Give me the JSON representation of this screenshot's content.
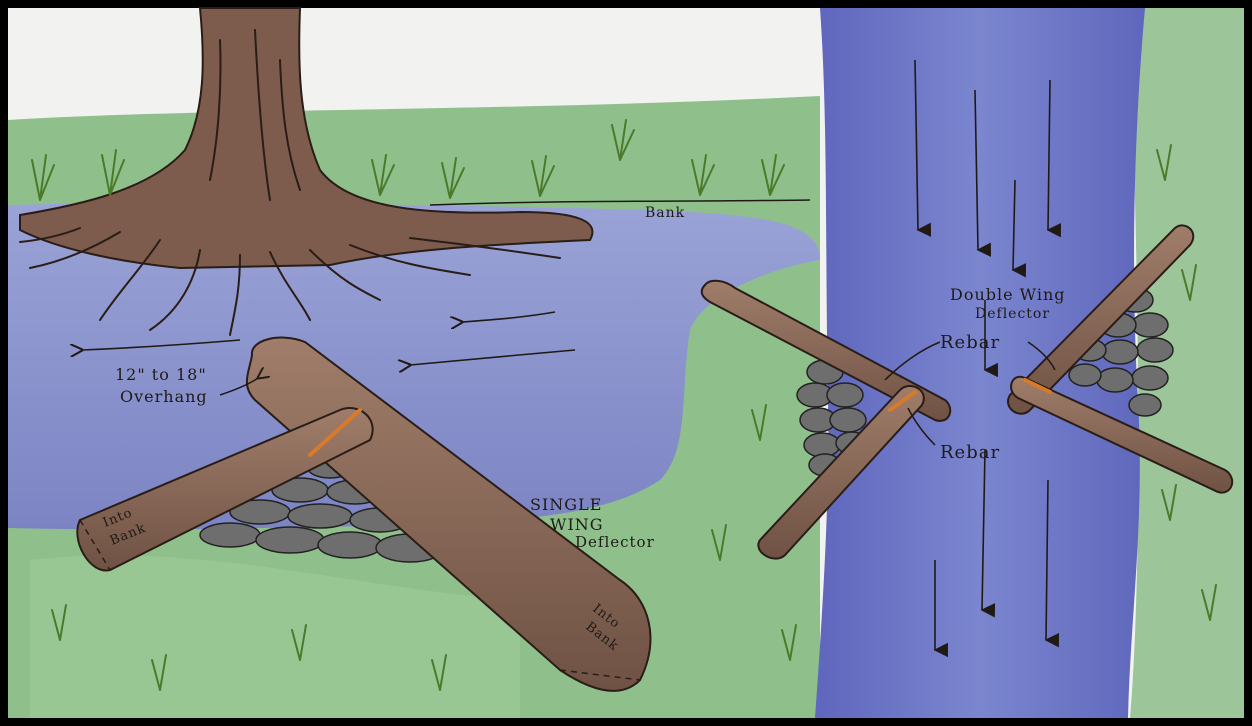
{
  "diagram": {
    "labels": {
      "bank": "Bank",
      "overhang": [
        "12\" to 18\"",
        "Overhang"
      ],
      "single_wing": [
        "SINGLE",
        "WING",
        "Deflector"
      ],
      "double_wing": [
        "Double Wing",
        "Deflector"
      ],
      "rebar_top": "Rebar",
      "rebar_bottom": "Rebar",
      "into_bank_left": [
        "Into",
        "Bank"
      ],
      "into_bank_right": [
        "Into",
        "Bank"
      ]
    },
    "colors": {
      "frame": "#000000",
      "sky": "#f2f2f0",
      "grass": "#8fc08c",
      "grass_light": "#bcd9b4",
      "water": "#8a91c9",
      "stream": "#6f78c6",
      "log": "#8a6a5a",
      "log_dark": "#5c4338",
      "rock": "#707070",
      "rebar": "#d77a2a",
      "trunk": "#7a5a4c"
    }
  }
}
